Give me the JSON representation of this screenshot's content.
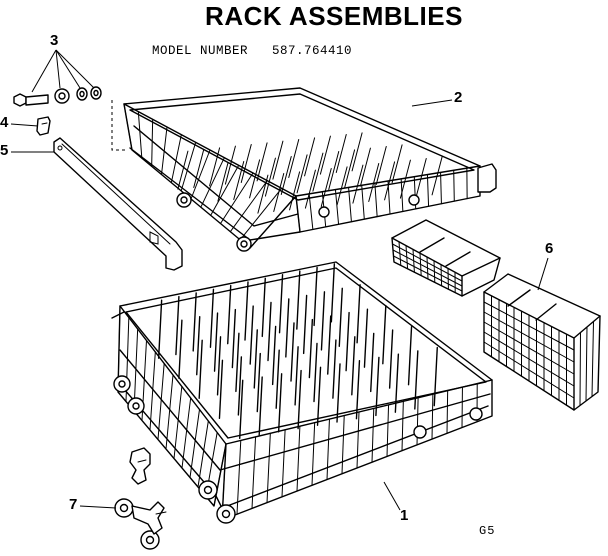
{
  "title": "RACK ASSEMBLIES",
  "model_line": "MODEL NUMBER   587.764410",
  "callouts": {
    "c1": "1",
    "c2": "2",
    "c3": "3",
    "c4": "4",
    "c5": "5",
    "c6": "6",
    "c7": "7"
  },
  "page_code": "G5"
}
